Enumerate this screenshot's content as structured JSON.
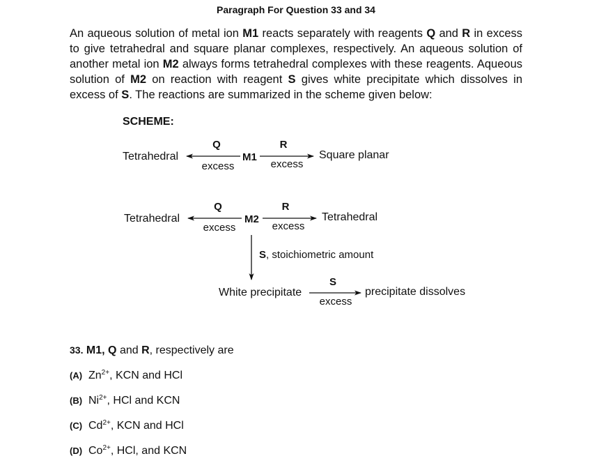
{
  "heading": "Paragraph For Question 33 and 34",
  "paragraph": {
    "s1": "An aqueous solution of metal ion ",
    "m1": "M1",
    "s2": " reacts separately with reagents ",
    "q": "Q",
    "s3": " and ",
    "r": "R",
    "s4": " in excess to give tetrahedral and square planar complexes, respectively. An aqueous solution of another metal ion ",
    "m2": "M2",
    "s5": " always forms tetrahedral complexes with these reagents. Aqueous solution of ",
    "m2b": "M2",
    "s6": " on reaction with reagent ",
    "s": "S",
    "s7": " gives white precipitate which dissolves in excess of ",
    "s_b": "S",
    "s8": ". The reactions are summarized in the scheme given below:"
  },
  "scheme": {
    "title": "SCHEME:",
    "row1": {
      "left_product": "Tetrahedral",
      "left_reagent": "Q",
      "left_condition": "excess",
      "center": "M1",
      "right_reagent": "R",
      "right_condition": "excess",
      "right_product": "Square planar"
    },
    "row2": {
      "left_product": "Tetrahedral",
      "left_reagent": "Q",
      "left_condition": "excess",
      "center": "M2",
      "right_reagent": "R",
      "right_condition": "excess",
      "right_product": "Tetrahedral"
    },
    "down_reagent": "S",
    "down_condition": ", stoichiometric amount",
    "precipitate": "White precipitate",
    "final_reagent": "S",
    "final_condition": "excess",
    "final_product": "precipitate dissolves"
  },
  "question": {
    "number": "33.",
    "m1": "M1,",
    "q": "Q",
    "and": " and ",
    "r": "R",
    "tail": ", respectively are"
  },
  "options": [
    {
      "label": "(A)",
      "ion": "Zn",
      "charge": "2+",
      "rest": ", KCN and HCl"
    },
    {
      "label": "(B)",
      "ion": "Ni",
      "charge": "2+",
      "rest": ", HCl and KCN"
    },
    {
      "label": "(C)",
      "ion": "Cd",
      "charge": "2+",
      "rest": ", KCN and HCl"
    },
    {
      "label": "(D)",
      "ion": "Co",
      "charge": "2+",
      "rest": ", HCl, and KCN"
    }
  ]
}
